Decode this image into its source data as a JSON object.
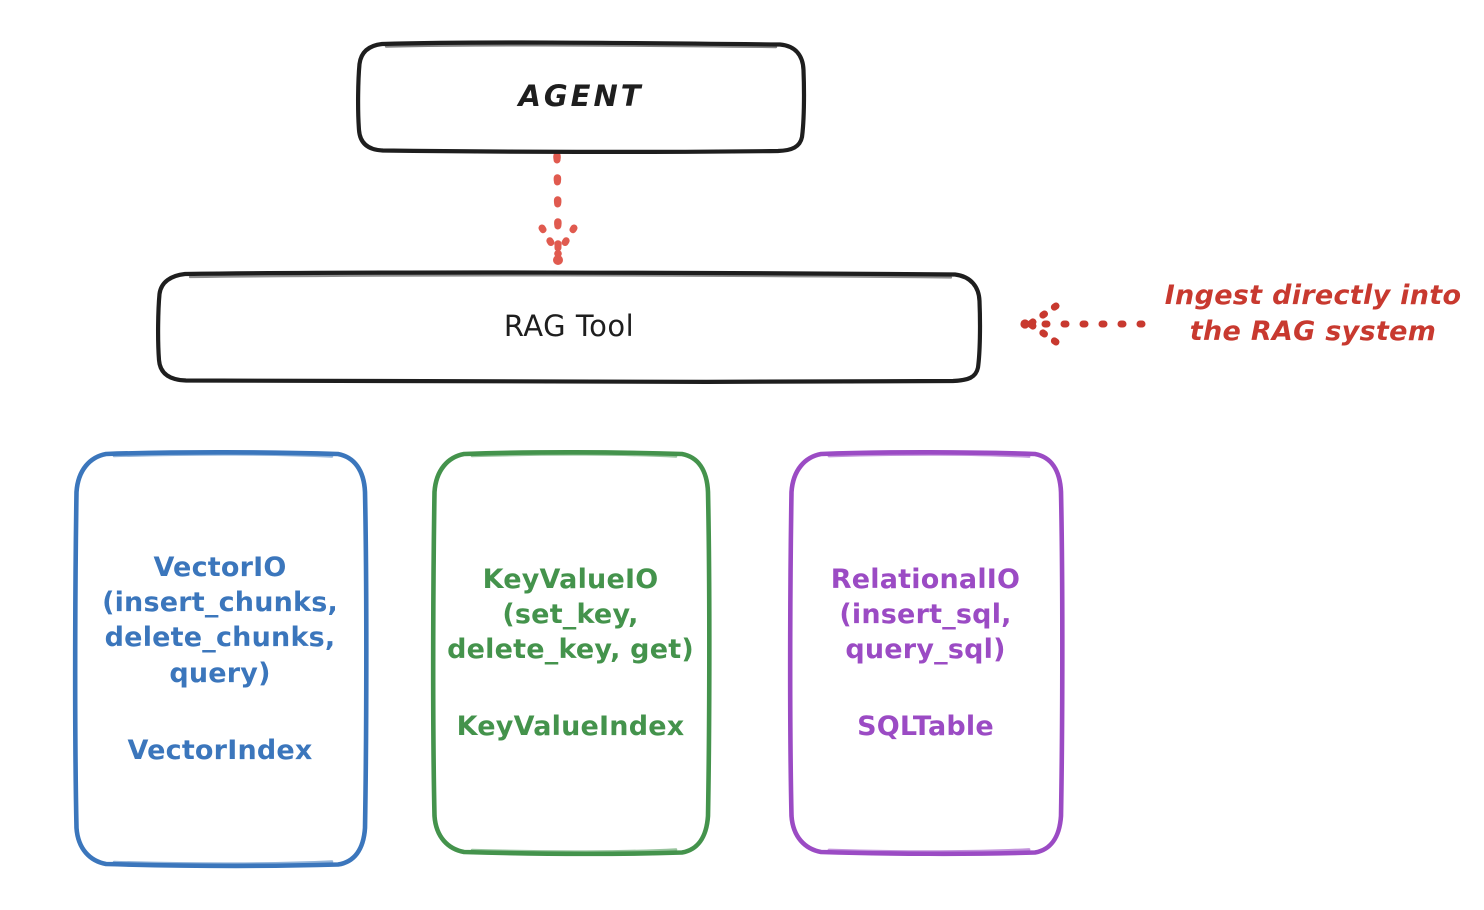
{
  "diagram": {
    "title_node": {
      "label": "AGENT"
    },
    "tool_node": {
      "label": "RAG Tool"
    },
    "providers": [
      {
        "id": "vectorio",
        "api_label": "VectorIO\n(insert_chunks,\ndelete_chunks,\nquery)",
        "index_label": "VectorIndex",
        "color": "#3b76bc"
      },
      {
        "id": "keyvalueio",
        "api_label": "KeyValueIO\n(set_key,\ndelete_key, get)",
        "index_label": "KeyValueIndex",
        "color": "#44934c"
      },
      {
        "id": "relationalio",
        "api_label": "RelationalIO\n(insert_sql,\nquery_sql)",
        "index_label": "SQLTable",
        "color": "#9b4bc4"
      }
    ],
    "annotations": [
      {
        "id": "ingest",
        "text": "Ingest directly into\nthe RAG system",
        "color": "#c8392f"
      }
    ],
    "connectors": [
      {
        "id": "agent-to-rag",
        "from": "AGENT",
        "to": "RAG Tool",
        "style": "dotted",
        "color": "#c8392f",
        "direction": "down"
      },
      {
        "id": "ingest-to-rag",
        "from": "Ingest directly into the RAG system",
        "to": "RAG Tool",
        "style": "dotted",
        "color": "#c8392f",
        "direction": "left"
      }
    ],
    "colors": {
      "stroke_black": "#1e1e1e",
      "blue": "#3b76bc",
      "green": "#44934c",
      "purple": "#9b4bc4",
      "red": "#c8392f",
      "background": "#ffffff"
    }
  }
}
